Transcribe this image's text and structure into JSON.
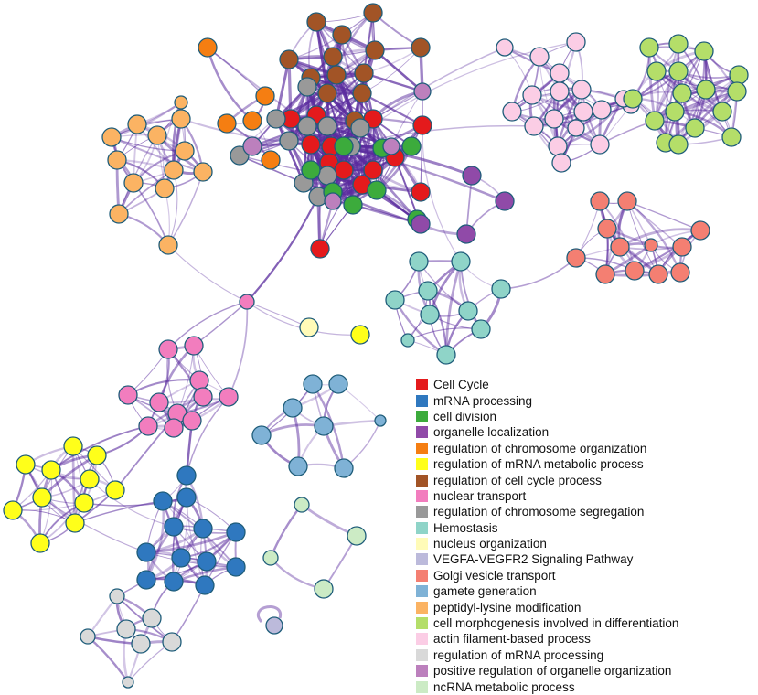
{
  "legend": {
    "items": [
      {
        "key": "cell-cycle",
        "label": "Cell Cycle",
        "color": "#e41a1c"
      },
      {
        "key": "mrna-processing",
        "label": "mRNA processing",
        "color": "#2f78bf"
      },
      {
        "key": "cell-division",
        "label": "cell division",
        "color": "#3cab3c"
      },
      {
        "key": "organelle-localization",
        "label": "organelle localization",
        "color": "#904aa8"
      },
      {
        "key": "reg-chromosome-organization",
        "label": "regulation of chromosome organization",
        "color": "#f57e12"
      },
      {
        "key": "reg-mrna-metabolic",
        "label": "regulation of mRNA metabolic process",
        "color": "#ffff1a"
      },
      {
        "key": "reg-cell-cycle",
        "label": "regulation of cell cycle process",
        "color": "#a25426"
      },
      {
        "key": "nuclear-transport",
        "label": "nuclear transport",
        "color": "#f27dbe"
      },
      {
        "key": "reg-chromosome-segregation",
        "label": "regulation of chromosome segregation",
        "color": "#999999"
      },
      {
        "key": "hemostasis",
        "label": "Hemostasis",
        "color": "#8fd4c8"
      },
      {
        "key": "nucleus-organization",
        "label": "nucleus organization",
        "color": "#fffbb8"
      },
      {
        "key": "vegfa-vegfr2",
        "label": "VEGFA-VEGFR2 Signaling Pathway",
        "color": "#bcbadb"
      },
      {
        "key": "golgi-vesicle",
        "label": "Golgi vesicle transport",
        "color": "#f47f72"
      },
      {
        "key": "gamete-generation",
        "label": "gamete generation",
        "color": "#7fb2d6"
      },
      {
        "key": "peptidyl-lysine",
        "label": "peptidyl-lysine modification",
        "color": "#fbb363"
      },
      {
        "key": "cell-morphogenesis",
        "label": "cell morphogenesis involved in differentiation",
        "color": "#b4de69"
      },
      {
        "key": "actin-filament",
        "label": "actin filament-based process",
        "color": "#fbcde5"
      },
      {
        "key": "reg-mrna-processing",
        "label": "regulation of mRNA processing",
        "color": "#d9d9d9"
      },
      {
        "key": "pos-reg-organelle",
        "label": "positive regulation of organelle organization",
        "color": "#bc80bd"
      },
      {
        "key": "ncrna-metabolic",
        "label": "ncRNA metabolic process",
        "color": "#ccebc5"
      }
    ]
  },
  "network": {
    "node_stroke_color": "#1f5d7a",
    "edge_color": "#5a2b9e"
  }
}
